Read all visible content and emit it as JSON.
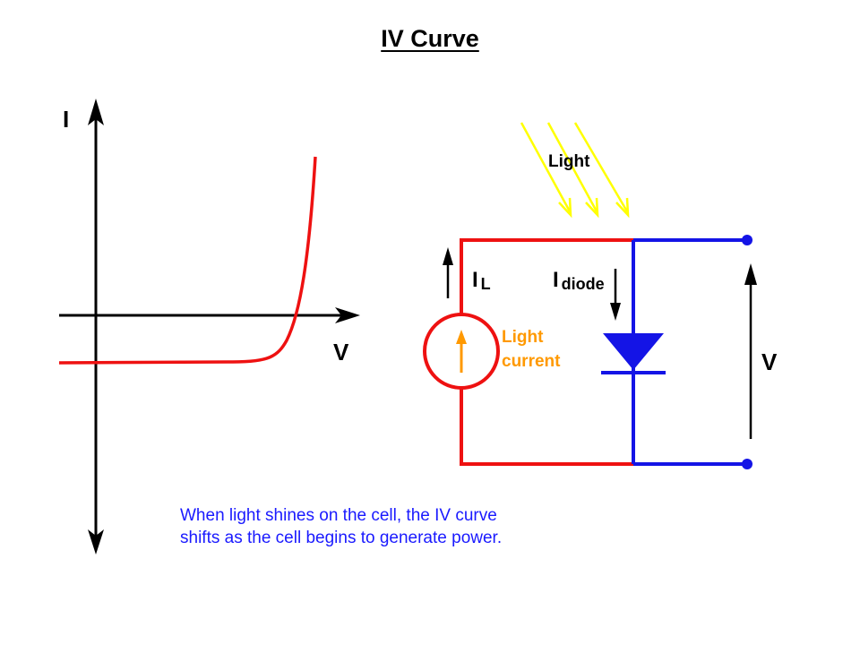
{
  "title": "IV Curve",
  "graph": {
    "y_axis_label": "I",
    "x_axis_label": "V"
  },
  "circuit": {
    "light_label": "Light",
    "il_label_main": "I",
    "il_label_sub": "L",
    "idiode_label_main": "I",
    "idiode_label_sub": "diode",
    "light_current_line1": "Light",
    "light_current_line2": "current",
    "voltage_label": "V"
  },
  "caption": {
    "line1": "When light shines on the cell, the IV curve",
    "line2": "shifts as the cell begins to generate power."
  },
  "colors": {
    "curve": "#ee1111",
    "red_wire": "#ee1111",
    "blue_wire": "#1414e6",
    "diode": "#1414e6",
    "light_rays": "#ffff00",
    "light_current": "#ff9900",
    "caption": "#1a1aff",
    "axes": "#000000"
  }
}
